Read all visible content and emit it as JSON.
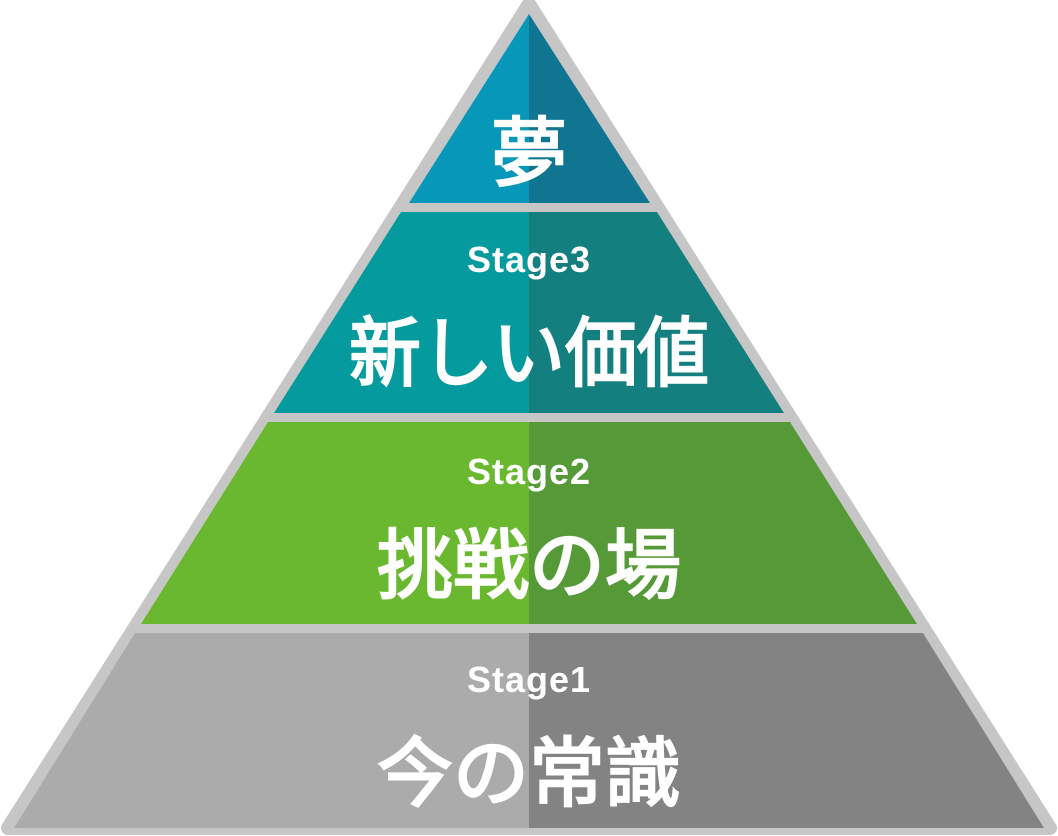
{
  "diagram": {
    "type": "pyramid",
    "tiers_top_to_bottom": [
      {
        "stage": "",
        "title": "夢",
        "color_left": "#0797B9",
        "color_right": "#0F7591"
      },
      {
        "stage": "Stage3",
        "title": "新しい価値",
        "color_left": "#059A9E",
        "color_right": "#137F7F"
      },
      {
        "stage": "Stage2",
        "title": "挑戦の場",
        "color_left": "#6AB82F",
        "color_right": "#559A37"
      },
      {
        "stage": "Stage1",
        "title": "今の常識",
        "color_left": "#ABABAB",
        "color_right": "#838383"
      }
    ],
    "border_color": "#C6C6C6",
    "text_color": "#FFFFFF"
  }
}
